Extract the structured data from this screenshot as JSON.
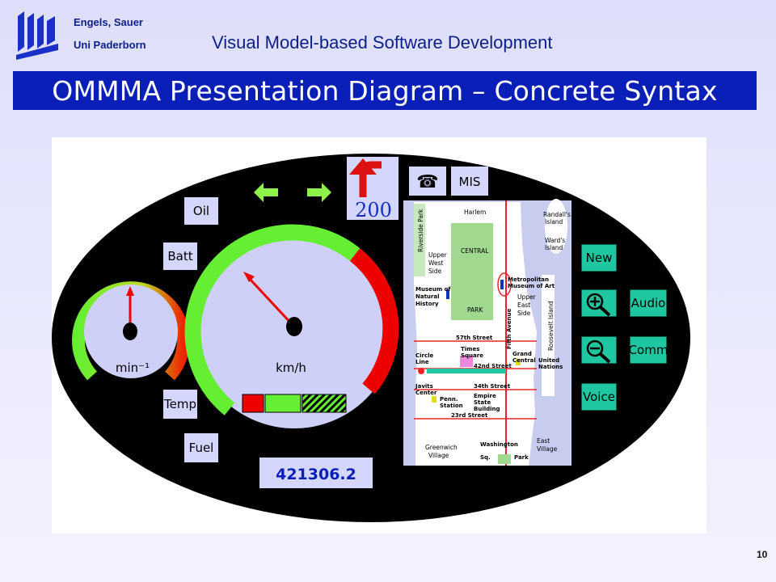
{
  "header": {
    "institution_line1": "Engels, Sauer",
    "institution_line2": "Uni Paderborn",
    "course_title": "Visual Model-based Software Development",
    "slide_title": "OMMMA Presentation Diagram – Concrete Syntax",
    "page_number": "10"
  },
  "dashboard": {
    "indicators": {
      "oil": "Oil",
      "batt": "Batt",
      "temp": "Temp",
      "fuel": "Fuel"
    },
    "rpm_gauge_label": "min⁻¹",
    "speed_gauge_label": "km/h",
    "odometer": "421306.2",
    "route_distance": "200",
    "phone_icon": "telephone-icon",
    "mis_button": "MIS",
    "buttons": {
      "new": "New",
      "audio": "Audio",
      "comm": "Comm",
      "voice": "Voice",
      "zoom_in_icon": "zoom-in-icon",
      "zoom_out_icon": "zoom-out-icon"
    }
  },
  "map": {
    "labels": {
      "harlem": "Harlem",
      "randalls1": "Randall's",
      "randalls2": "Island",
      "wards1": "Ward's",
      "wards2": "Island",
      "riverside": "Riverside Park",
      "upper_west1": "Upper",
      "upper_west2": "West",
      "upper_west3": "Side",
      "central": "CENTRAL",
      "park": "PARK",
      "museum1": "Museum of",
      "museum2": "Natural",
      "museum3": "History",
      "met1": "Metropolitan",
      "met2": "Museum of Art",
      "upper_east1": "Upper",
      "upper_east2": "East",
      "upper_east3": "Side",
      "roosevelt": "Roosevelt Island",
      "fifth_ave": "Fifth Avenue",
      "street_57": "57th Street",
      "times1": "Times",
      "times2": "Square",
      "circle1": "Circle",
      "circle2": "Line",
      "grand1": "Grand",
      "grand2": "Central",
      "un1": "United",
      "un2": "Nations",
      "street_42": "42nd Street",
      "javits1": "Javits",
      "javits2": "Center",
      "street_34": "34th Street",
      "penn1": "Penn.",
      "penn2": "Station",
      "empire1": "Empire",
      "empire2": "State",
      "empire3": "Building",
      "street_23": "23rd Street",
      "greenwich1": "Greenwich",
      "greenwich2": "Village",
      "washington1": "Washington",
      "washington2": "Sq.",
      "washington3": "Park",
      "east_village1": "East",
      "east_village2": "Village"
    }
  },
  "colors": {
    "title_bar": "#0a1fb8",
    "header_text": "#0c1f8a",
    "dashboard_body": "#000000",
    "gauge_face": "#cfd0f7",
    "gauge_green": "#66ee33",
    "gauge_red": "#ee0000",
    "button_teal": "#1fc7a0",
    "map_water": "#c8cdf0",
    "map_park": "#a0d890"
  }
}
